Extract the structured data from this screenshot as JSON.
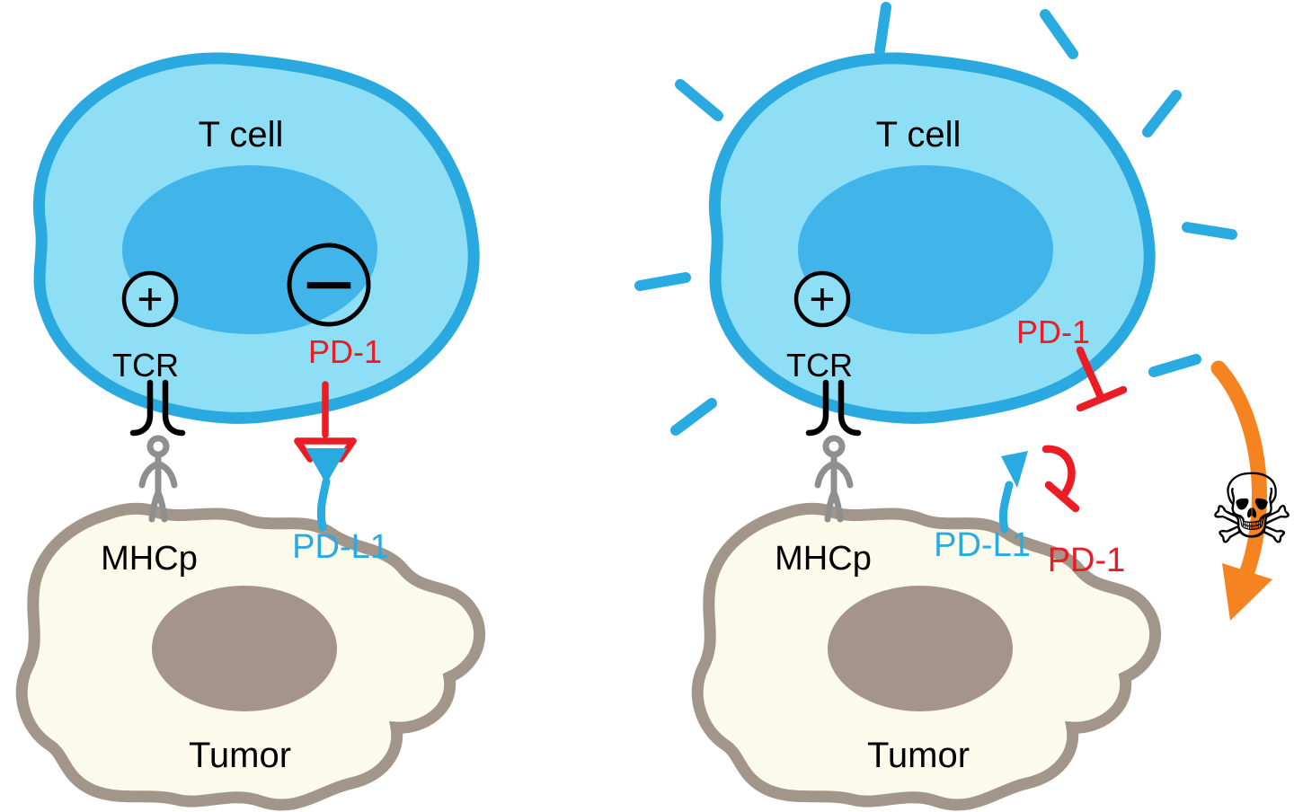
{
  "colors": {
    "tcell_cytoplasm": "#8EDFF6",
    "tcell_membrane": "#2AA9E0",
    "tcell_nucleus": "#41B5E9",
    "tumor_cytoplasm": "#FCFAEA",
    "tumor_membrane": "#A2958A",
    "tumor_nucleus": "#A5948A",
    "red": "#EC1C24",
    "blue": "#29ABE2",
    "orange": "#F5831F",
    "black": "#000000"
  },
  "left": {
    "t_cell_label": "T cell",
    "plus_sign": "+",
    "minus_sign": "−",
    "tcr_label": "TCR",
    "pd1_label": "PD-1",
    "mhcp_label": "MHCp",
    "pdl1_label": "PD-L1",
    "tumor_label": "Tumor"
  },
  "right": {
    "t_cell_label": "T cell",
    "plus_sign": "+",
    "tcr_label": "TCR",
    "pd1_membrane_label": "PD-1",
    "mhcp_label": "MHCp",
    "pdl1_label": "PD-L1",
    "pd1_blocked_label": "PD-1",
    "tumor_label": "Tumor",
    "skull_icon": "☠"
  }
}
